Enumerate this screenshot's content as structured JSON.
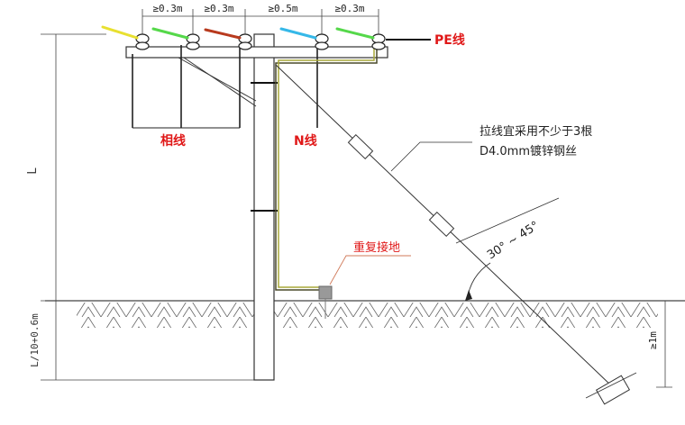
{
  "spacings": [
    "≥0.3m",
    "≥0.3m",
    "≥0.5m",
    "≥0.3m"
  ],
  "labels": {
    "pe_wire": "PE线",
    "phase_wire": "相线",
    "neutral_wire": "N线",
    "stay_wire_note_1": "拉线宜采用不少于3根",
    "stay_wire_note_2": "D4.0mm镀锌钢丝",
    "angle": "30° ~ 45°",
    "repeat_grounding": "重复接地",
    "pole_height": "L",
    "burial_depth": "L/10+0.6m",
    "anchor_depth": "≥1m"
  },
  "colors": {
    "wire_yellow": "#e8e030",
    "wire_green": "#55d84a",
    "wire_brown": "#b83a1e",
    "wire_blue": "#35b8e8",
    "label_red": "#e01818",
    "ground_wire": "#a8a838"
  }
}
